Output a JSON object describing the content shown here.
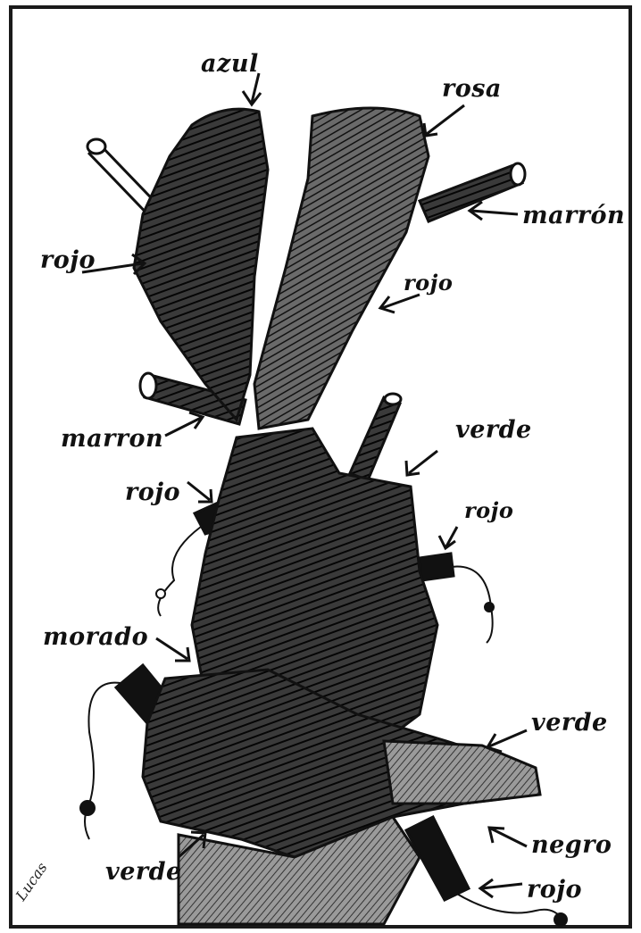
{
  "drawing": {
    "labels": {
      "azul": "azul",
      "rosa": "rosa",
      "marron_top": "marrón",
      "rojo_left": "rojo",
      "rojo_center": "rojo",
      "marron_mid": "marron",
      "verde_mid": "verde",
      "rojo_mid_left": "rojo",
      "rojo_mid_right": "rojo",
      "morado": "morado",
      "verde_right": "verde",
      "negro": "negro",
      "verde_bottom": "verde",
      "rojo_bottom": "rojo"
    },
    "signature": "Lucas"
  },
  "colors": {
    "ink": "#111111",
    "paper": "#ffffff",
    "border": "#1a1a1a"
  }
}
